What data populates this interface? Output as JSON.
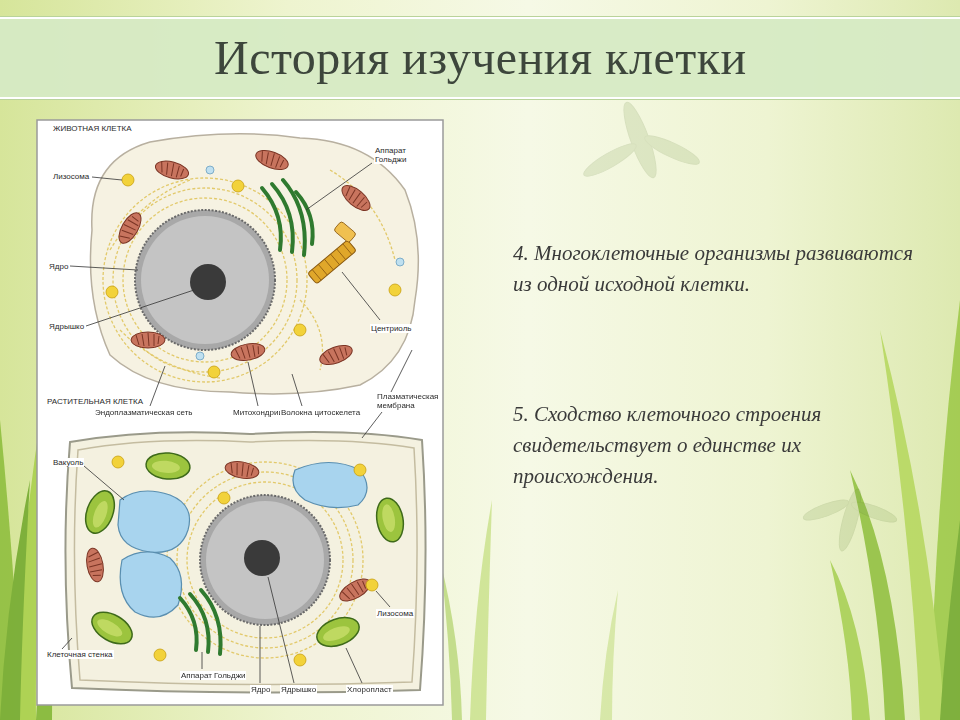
{
  "diagram": {
    "title": "История изучения клетки",
    "labels": [
      "ЖИВОТНАЯ КЛЕТКА",
      "Лизосома",
      "Аппарат Гольджи",
      "Ядро",
      "Ядрышко",
      "Центриоль",
      "РАСТИТЕЛЬНАЯ КЛЕТКА",
      "Эндоплазматическая сеть",
      "Митохондрии",
      "Волокна цитоскелета",
      "Плазматическая мембрана",
      "Вакуоль",
      "Лизосома",
      "Клеточная стенка",
      "Аппарат Гольджи",
      "Ядро",
      "Ядрышко",
      "Хлоропласт",
      "4. Многоклеточные организмы развиваются из одной исходной клетки.",
      "5. Сходство клеточного строения свидетельствует о единстве их происхождения."
    ]
  }
}
